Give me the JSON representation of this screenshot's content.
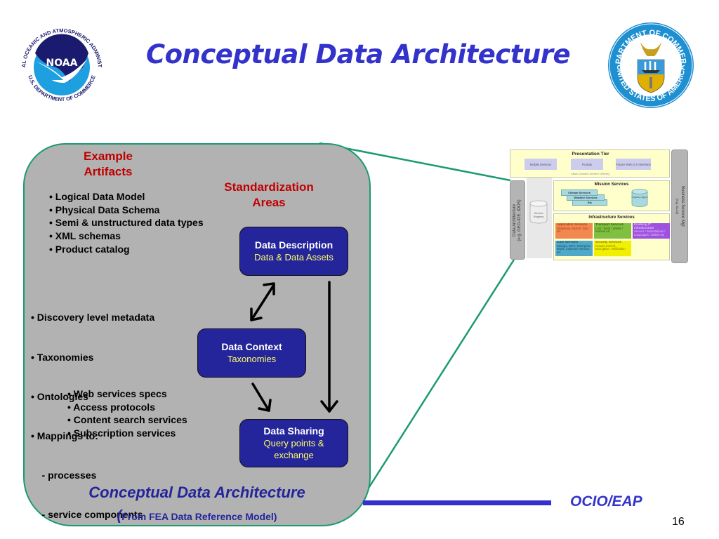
{
  "slide": {
    "title": "Conceptual Data Architecture",
    "page_number": "16",
    "org_label": "OCIO/EAP"
  },
  "logos": {
    "noaa": {
      "text": "NOAA",
      "ring_top": "NATIONAL OCEANIC AND ATMOSPHERIC ADMINISTRATION",
      "ring_bottom": "U.S. DEPARTMENT OF COMMERCE",
      "colors": {
        "navy": "#1a1a6e",
        "sky": "#1e9fe0"
      }
    },
    "commerce_seal": {
      "ring_top": "DEPARTMENT OF COMMERCE",
      "ring_bottom": "UNITED STATES OF AMERICA",
      "colors": {
        "ring": "#1e8fd0",
        "gold": "#e0b000"
      }
    }
  },
  "panel": {
    "example_artifacts_heading": [
      "Example",
      "Artifacts"
    ],
    "standardization_heading": [
      "Standardization",
      "Areas"
    ],
    "description_artifacts": [
      "• Logical Data Model",
      "• Physical Data Schema",
      "• Semi & unstructured data types",
      "• XML schemas",
      "• Product catalog"
    ],
    "context_artifacts": [
      "• Discovery level metadata",
      "• Taxonomies",
      "• Ontologies",
      "• Mappings to:",
      "    - processes",
      "    - service components"
    ],
    "sharing_artifacts": [
      "• Web services specs",
      "• Access protocols",
      "• Content search services",
      "• Subscription services"
    ],
    "boxes": {
      "description": {
        "title": "Data Description",
        "subtitle": "Data & Data Assets"
      },
      "context": {
        "title": "Data Context",
        "subtitle": "Taxonomies"
      },
      "sharing": {
        "title": "Data Sharing",
        "subtitle_line1": "Query points &",
        "subtitle_line2": "exchange"
      }
    },
    "footer_title": "Conceptual Data Architecture",
    "footer_paren_open": "(",
    "footer_subtitle": "From FEA Data Reference Model)",
    "colors": {
      "panel_fill": "#b2b2b2",
      "panel_border": "#1b9a72",
      "box_fill": "#24249b",
      "box_subtitle": "#ffff66",
      "heading_red": "#c00000"
    }
  },
  "thumbnail": {
    "presentation_tier": {
      "title": "Presentation Tier",
      "items": [
        "Mobile Devices",
        "Portals",
        "Future Web 2.0 Interface"
      ],
      "caption": "Multi-Channel Service Delivery"
    },
    "left_bar": {
      "line1": "Data Architecture",
      "line2": "(e.g. GEO-IDE, IOOS)"
    },
    "right_bar": {
      "line1": "Business Service Mgt",
      "line2": "(e.g. SLAs)"
    },
    "service_registry": "Service Registry",
    "mission_services": {
      "title": "Mission Services",
      "stack": [
        "Climate Services",
        "Weather Services",
        "Etc"
      ],
      "legacy": "Legacy Apps"
    },
    "infrastructure_services": {
      "title": "Infrastructure Services",
      "cells": [
        {
          "title": "Application Services",
          "sub": "Telephony, Search, GIS, etc",
          "color": "#f08850"
        },
        {
          "title": "Transport Services",
          "sub": "LAN / WAN / WWW / Internet etc",
          "color": "#80c040"
        },
        {
          "title": "Enabling IT Infrastructure",
          "sub": "Servers / Workstations / Languages / DBMS etc",
          "color": "#a050e0"
        },
        {
          "title": "Core Services",
          "sub": "Storage, WFC, Enterprise Mgmt, Customer Service, etc",
          "color": "#50a8c8"
        },
        {
          "title": "Security Services",
          "sub": "Access Control, Encryption, Verification",
          "color": "#f0f000"
        }
      ]
    }
  }
}
